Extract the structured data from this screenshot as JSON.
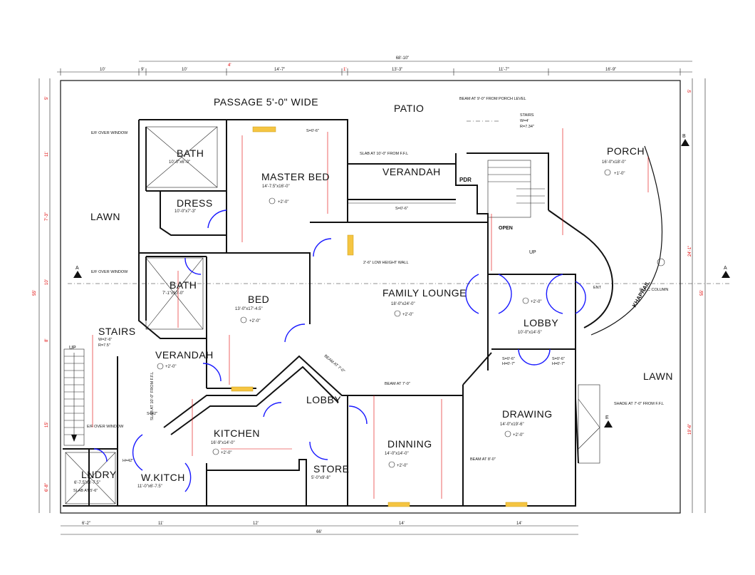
{
  "colors": {
    "wall": "#111111",
    "door": "#1a1aff",
    "dimension_red": "#e00000",
    "background": "#ffffff",
    "fixture_yellow": "#f5c542"
  },
  "top_dims": {
    "overall": "68'-10\"",
    "segments": [
      "10'",
      "9'",
      "10'",
      "14'-7\"",
      "13'-3\"",
      "11'-7\"",
      "16'-9\""
    ],
    "mid": "4'",
    "mid2": "1'"
  },
  "bottom_dims": {
    "overall": "66'",
    "segments": [
      "6'-2\"",
      "11'",
      "12'",
      "14'",
      "14'"
    ]
  },
  "left_dims": {
    "overall": "55'",
    "segments": [
      "5'",
      "11'",
      "7'-3\"",
      "10'",
      "8'",
      "15'",
      "6'-8\""
    ]
  },
  "right_dims": {
    "overall": "55'",
    "segments": [
      "5'",
      "24'-1\"",
      "19'-6\""
    ]
  },
  "rooms": [
    {
      "name": "PASSAGE 5'-0\"  WIDE",
      "size": ""
    },
    {
      "name": "PATIO",
      "size": ""
    },
    {
      "name": "BATH",
      "size": "10'-0\"x6'-0\""
    },
    {
      "name": "DRESS",
      "size": "10'-0\"x7'-3\""
    },
    {
      "name": "MASTER BED",
      "size": "14'-7.5\"x16'-0\""
    },
    {
      "name": "VERANDAH",
      "size": ""
    },
    {
      "name": "PORCH",
      "size": "16'-0\"x18'-0\""
    },
    {
      "name": "LAWN",
      "size": ""
    },
    {
      "name": "BATH",
      "size": "7'-1\"x10'-0\""
    },
    {
      "name": "BED",
      "size": "13'-0\"x17'-4.5\""
    },
    {
      "name": "FAMILY LOUNGE",
      "size": "18'-0\"x24'-0\""
    },
    {
      "name": "LOBBY",
      "size": "10'-0\"x14'-5\""
    },
    {
      "name": "LAWN",
      "size": ""
    },
    {
      "name": "STAIRS",
      "size": ""
    },
    {
      "name": "VERANDAH",
      "size": ""
    },
    {
      "name": "LOBBY",
      "size": ""
    },
    {
      "name": "KITCHEN",
      "size": "16'-9\"x14'-0\""
    },
    {
      "name": "DRAWING",
      "size": "14'-0\"x19'-6\""
    },
    {
      "name": "DINNING",
      "size": "14'-0\"x14'-0\""
    },
    {
      "name": "STORE",
      "size": "5'-0\"x9'-8\""
    },
    {
      "name": "W.KITCH",
      "size": "11'-0\"x6'-7.5\""
    },
    {
      "name": "LNDRY",
      "size": "6'-7.5\"x6'-7.5\""
    }
  ],
  "levels": {
    "porch": "+1'-0\"",
    "main": "+2'-0\""
  },
  "notes": {
    "ef_window_1": "E/F OVER WINDOW",
    "ef_window_2": "E/F OVER WINDOW",
    "ef_window_3": "E/F OVER WINDOW",
    "slab_verandah": "SLAB AT 10'-0\" FROM F.F.L",
    "slab_left": "SLAB AT 10'-0\" FROM F.F.L",
    "beam_porch": "BEAM AT 9'-0\" FROM PORCH LEVEL",
    "stairs_right": "STAIRS",
    "stairs_right_w": "W=4'",
    "stairs_right_r": "R=7.34\"",
    "low_wall": "2'-6\" LOW HEIGHT WALL",
    "beam_7": "BEAM AT 7'-0\"",
    "beam_7b": "BEAM AT 7'-0\"",
    "beam_8": "BEAM AT 8'-0\"",
    "shade": "SHADE AT 7'-0\" FROM F.F.L",
    "khaprail": "KHAPRAIL",
    "rcc": "R.C.C COLUMN",
    "pdr": "PDR",
    "open": "OPEN",
    "up_left": "UP",
    "up_right": "UP",
    "ent": "ENT",
    "stairs_left_w": "W=2'-6\"",
    "stairs_left_r": "R=7.5\"",
    "s_top": "S=0'-6\"",
    "s_verandah": "S=0'-6\"",
    "s_lobby1": "S=0'-6\"",
    "h_lobby1": "H=0'-7\"",
    "s_lobby2": "S=0'-6\"",
    "h_lobby2": "H=0'-7\"",
    "slab_lndry": "SLAB AT 5'-6\"",
    "h42": "H=42\"",
    "s42": "S=42\""
  },
  "section_marks": {
    "a_left": "A",
    "a_right": "A",
    "b": "B",
    "e": "E"
  }
}
